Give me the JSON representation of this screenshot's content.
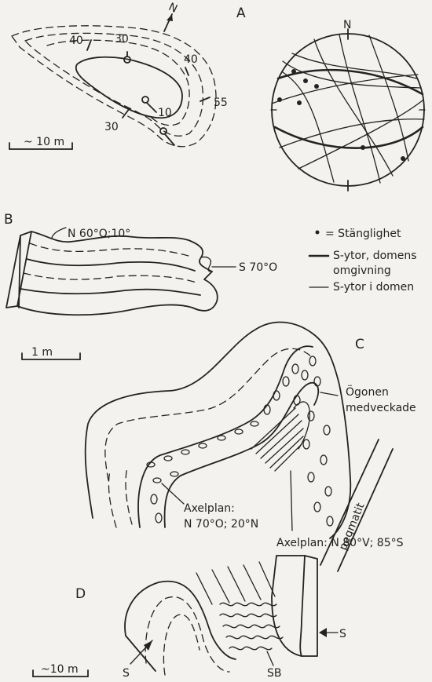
{
  "panels": {
    "a": {
      "letter": "A",
      "north": "N",
      "dips": [
        "40",
        "30",
        "40",
        "55",
        "10",
        "30"
      ],
      "scale": "~ 10 m",
      "stereonet_north": "N"
    },
    "b": {
      "letter": "B",
      "label_top": "N 60°O;10°",
      "label_right": "S 70°O",
      "scale": "1 m"
    },
    "legend": {
      "dot_label": "= Stänglighet",
      "thick_line_label_1": "S-ytor, domens",
      "thick_line_label_2": "omgivning",
      "thin_line_label": "S-ytor i domen"
    },
    "c": {
      "letter": "C",
      "eyes_label_1": "Ögonen",
      "eyes_label_2": "medveckade",
      "axial1_line1": "Axelplan:",
      "axial1_line2": "N 70°O; 20°N",
      "axial2": "Axelplan: N 80°V; 85°S",
      "pegmatite": "pegmatit"
    },
    "d": {
      "letter": "D",
      "s_right": "S",
      "s_left": "S",
      "sb": "SB",
      "scale": "~10 m"
    }
  }
}
